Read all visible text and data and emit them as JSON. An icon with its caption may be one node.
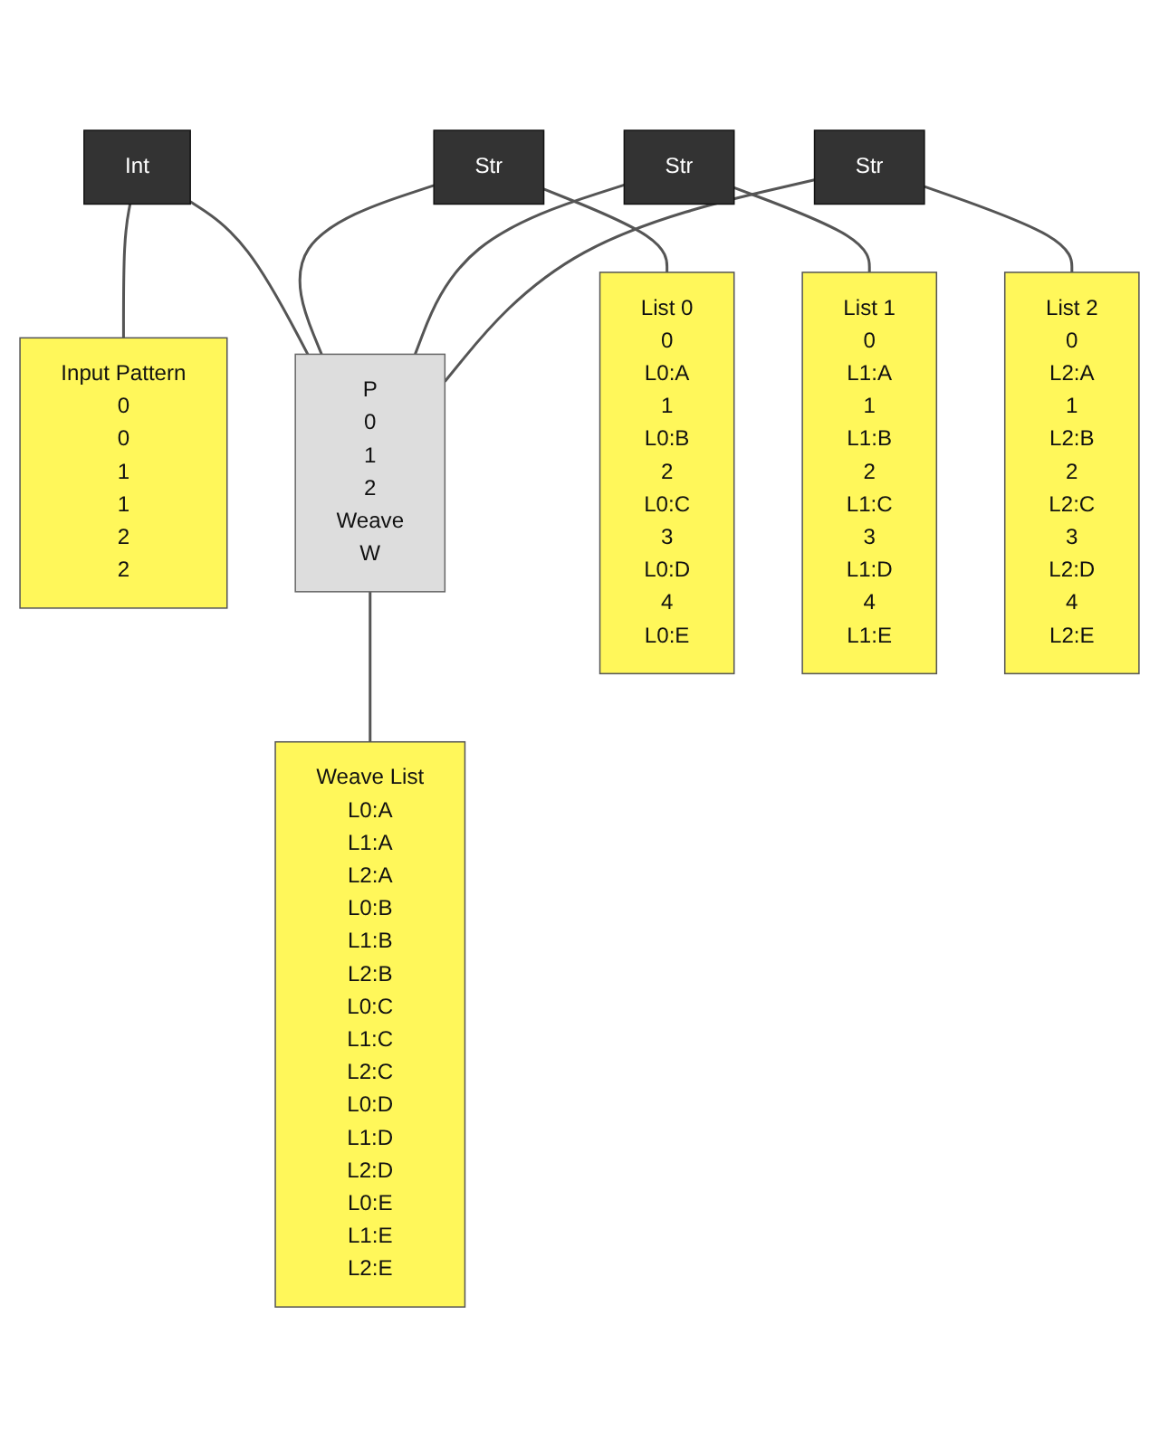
{
  "diagram": {
    "nodes": [
      {
        "text": [
          "Input Pattern",
          "0",
          "0",
          "1",
          "1",
          "2",
          "2"
        ]
      },
      {
        "text": [
          "Int"
        ]
      },
      {
        "text": [
          "Str"
        ]
      },
      {
        "text": [
          "Str"
        ]
      },
      {
        "text": [
          "Str"
        ]
      },
      {
        "text": [
          "P",
          "0",
          "1",
          "2",
          "Weave",
          "W"
        ]
      },
      {
        "text": [
          "Weave List",
          "L0:A",
          "L1:A",
          "L2:A",
          "L0:B",
          "L1:B",
          "L2:B",
          "L0:C",
          "L1:C",
          "L2:C",
          "L0:D",
          "L1:D",
          "L2:D",
          "L0:E",
          "L1:E",
          "L2:E"
        ]
      },
      {
        "text": [
          "List 0",
          "0",
          "L0:A",
          "1",
          "L0:B",
          "2",
          "L0:C",
          "3",
          "L0:D",
          "4",
          "L0:E"
        ]
      },
      {
        "text": [
          "List 1",
          "0",
          "L1:A",
          "1",
          "L1:B",
          "2",
          "L1:C",
          "3",
          "L1:D",
          "4",
          "L1:E"
        ]
      },
      {
        "text": [
          "List 2",
          "0",
          "L2:A",
          "1",
          "L2:B",
          "2",
          "L2:C",
          "3",
          "L2:D",
          "4",
          "L2:E"
        ]
      }
    ],
    "edges": [
      {
        "from": 1,
        "to": 0,
        "arrow": "none"
      },
      {
        "from": 1,
        "to": 5,
        "arrow": "none"
      },
      {
        "from": 2,
        "to": 5,
        "arrow": "none"
      },
      {
        "from": 3,
        "to": 5,
        "arrow": "none"
      },
      {
        "from": 4,
        "to": 5,
        "arrow": "none"
      },
      {
        "from": 5,
        "to": 6,
        "arrow": "none"
      },
      {
        "from": 2,
        "to": 7,
        "arrow": "none"
      },
      {
        "from": 3,
        "to": 8,
        "arrow": "none"
      },
      {
        "from": 4,
        "to": 9,
        "arrow": "none"
      }
    ]
  }
}
